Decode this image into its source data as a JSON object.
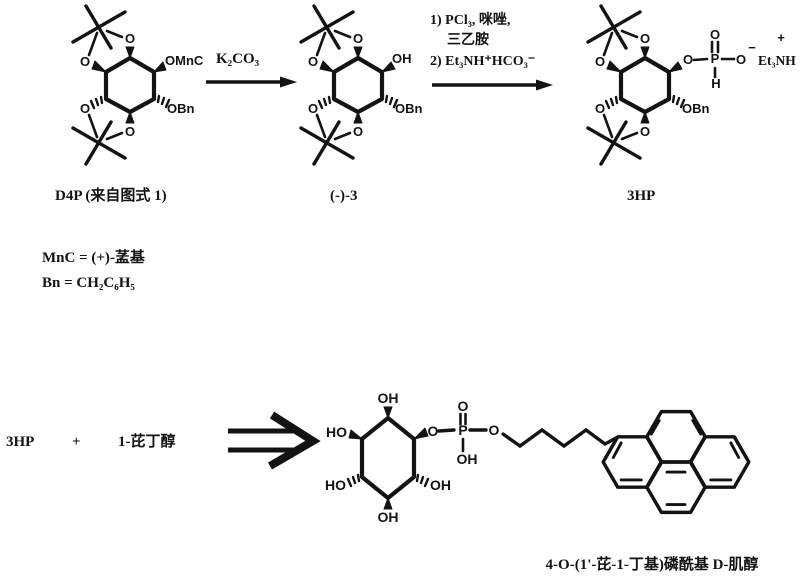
{
  "colors": {
    "ink": "#131313",
    "background": "#ffffff"
  },
  "atoms": {
    "o": "O",
    "oh": "OH",
    "ho": "HO",
    "obn": "OBn",
    "omnc": "OMnC",
    "p": "P",
    "h": "H",
    "et3nh": "Et₃NH",
    "plus": "+",
    "minus": "−"
  },
  "scheme_top": {
    "compound1_label": "D4P (来自图式 1)",
    "arrow1_reagent": "K₂CO₃",
    "compound2_label": "(-)-3",
    "arrow2_line1": "1) PCl₃, 咪唑,",
    "arrow2_line2": "三乙胺",
    "arrow2_line3": "2) Et₃NH⁺HCO₃⁻",
    "compound3_label": "3HP"
  },
  "legend": {
    "mnc_definition": "MnC = (+)-䓝基",
    "bn_definition": "Bn = CH₂C₆H₅"
  },
  "scheme_bottom": {
    "reactant1": "3HP",
    "plus_sign": "+",
    "reactant2": "1-芘丁醇",
    "product_caption": "4-O-(1'-芘-1-丁基)磷酰基 D-肌醇"
  }
}
